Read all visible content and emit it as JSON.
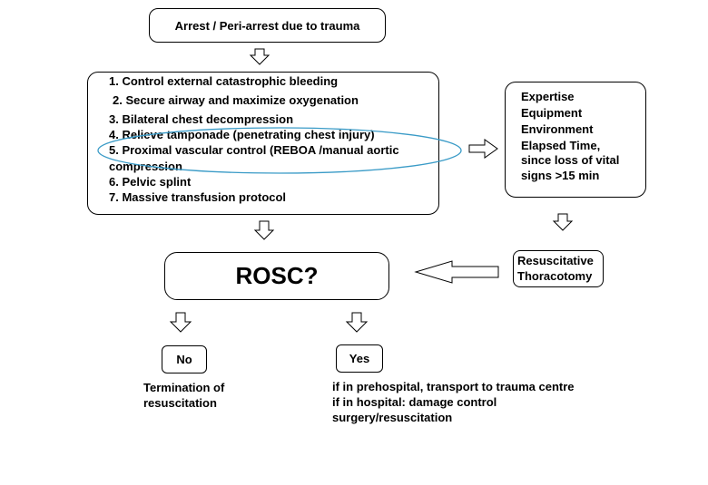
{
  "start": "Arrest / Peri-arrest due to trauma",
  "steps": [
    "1. Control external catastrophic bleeding",
    "2. Secure airway and maximize oxygenation",
    "3. Bilateral chest decompression",
    "4. Relieve tamponade (penetrating chest injury)",
    "5. Proximal vascular control (REBOA /manual aortic",
    "compression",
    "6. Pelvic splint",
    "7. Massive transfusion protocol"
  ],
  "criteria": [
    "Expertise",
    "Equipment",
    "Environment",
    "Elapsed Time,",
    "since loss of vital",
    "signs >15 min"
  ],
  "thoracotomy": [
    "Resuscitative",
    "Thoracotomy"
  ],
  "rosc": "ROSC?",
  "no": {
    "label": "No",
    "outcome": [
      "Termination of",
      "resuscitation"
    ]
  },
  "yes": {
    "label": "Yes",
    "outcome": [
      "if in prehospital, transport to trauma centre",
      "if in hospital: damage control",
      "surgery/resuscitation"
    ]
  }
}
